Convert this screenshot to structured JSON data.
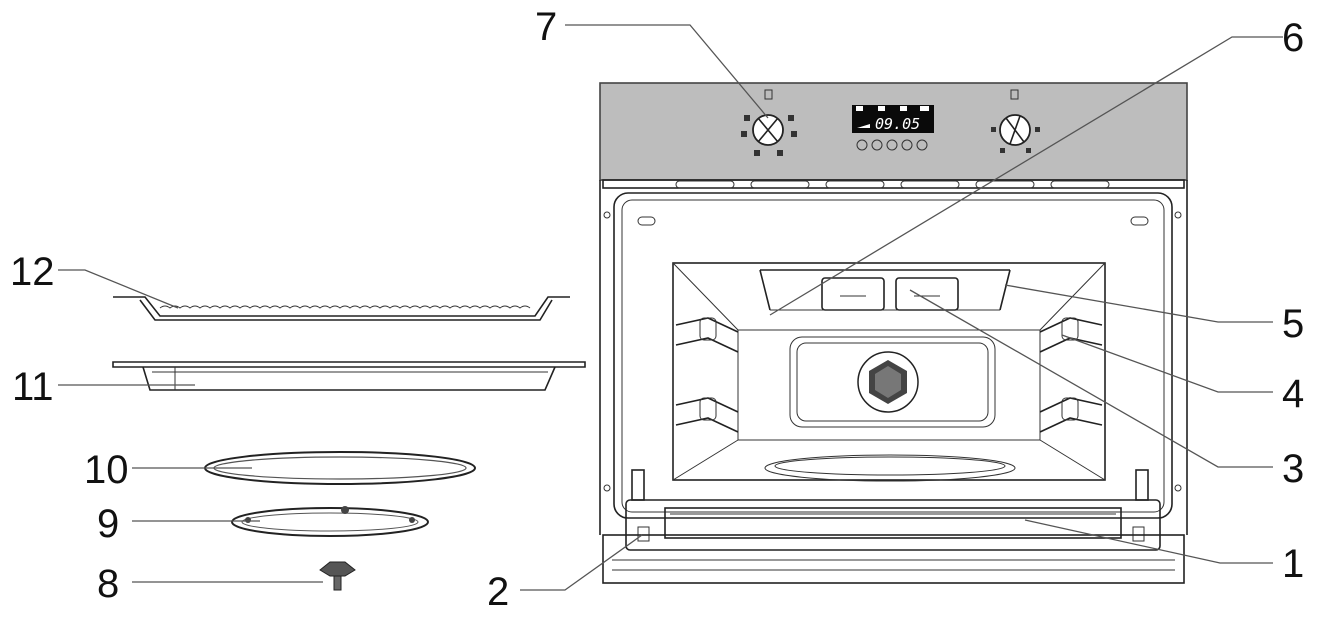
{
  "display": {
    "time": "09.05"
  },
  "callouts": [
    {
      "id": "1",
      "label": "1"
    },
    {
      "id": "2",
      "label": "2"
    },
    {
      "id": "3",
      "label": "3"
    },
    {
      "id": "4",
      "label": "4"
    },
    {
      "id": "5",
      "label": "5"
    },
    {
      "id": "6",
      "label": "6"
    },
    {
      "id": "7",
      "label": "7"
    },
    {
      "id": "8",
      "label": "8"
    },
    {
      "id": "9",
      "label": "9"
    },
    {
      "id": "10",
      "label": "10"
    },
    {
      "id": "11",
      "label": "11"
    },
    {
      "id": "12",
      "label": "12"
    }
  ]
}
